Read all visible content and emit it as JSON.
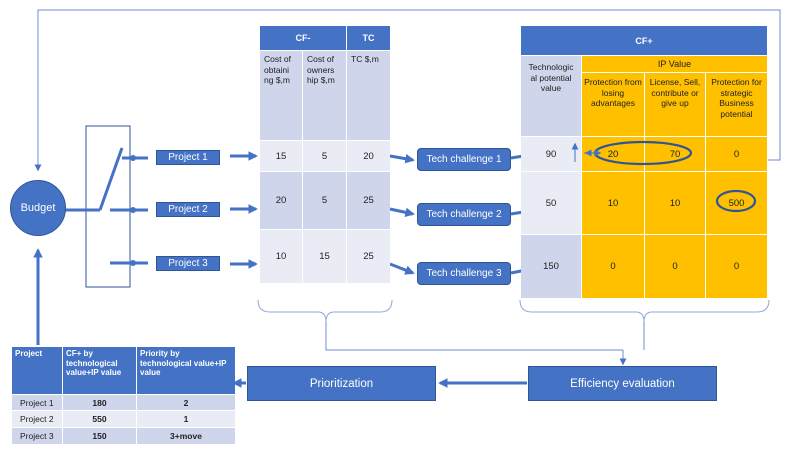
{
  "budget": {
    "label": "Budget"
  },
  "projects": [
    {
      "label": "Project 1"
    },
    {
      "label": "Project 2"
    },
    {
      "label": "Project 3"
    }
  ],
  "cf_minus_header": "CF-",
  "tc_header": "TC",
  "cost_columns": [
    {
      "label": "Cost of obtaini ng $,m"
    },
    {
      "label": "Cost of owners hip $,m"
    },
    {
      "label": "TC $,m"
    }
  ],
  "cost_rows": [
    [
      "15",
      "5",
      "20"
    ],
    [
      "20",
      "5",
      "25"
    ],
    [
      "10",
      "15",
      "25"
    ]
  ],
  "tech_challenges": [
    {
      "label": "Tech challenge 1"
    },
    {
      "label": "Tech challenge 2"
    },
    {
      "label": "Tech challenge 3"
    }
  ],
  "cf_plus_header": "CF+",
  "tech_potential_header": "Technologic al potential value",
  "ip_value_header": "IP Value",
  "ip_columns": [
    {
      "label": "Protection from losing advantages"
    },
    {
      "label": "License, Sell, contribute or give up"
    },
    {
      "label": "Protection for strategic Business potential"
    }
  ],
  "value_rows": [
    {
      "tech": "90",
      "ip": [
        "20",
        "70",
        "0"
      ]
    },
    {
      "tech": "50",
      "ip": [
        "10",
        "10",
        "500"
      ]
    },
    {
      "tech": "150",
      "ip": [
        "0",
        "0",
        "0"
      ]
    }
  ],
  "efficiency": {
    "label": "Efficiency evaluation"
  },
  "prioritization": {
    "label": "Prioritization"
  },
  "priority_table": {
    "headers": [
      "Project",
      "CF+ by technological value+IP value",
      "Priority by technological value+IP value"
    ],
    "rows": [
      [
        "Project 1",
        "180",
        "2"
      ],
      [
        "Project 2",
        "550",
        "1"
      ],
      [
        "Project 3",
        "150",
        "3+move"
      ]
    ]
  },
  "colors": {
    "blue": "#4472c4",
    "blue_dark": "#2f5597",
    "light_row": "#e9ebf5",
    "dark_row": "#cfd5ea",
    "gold": "#ffc000"
  }
}
